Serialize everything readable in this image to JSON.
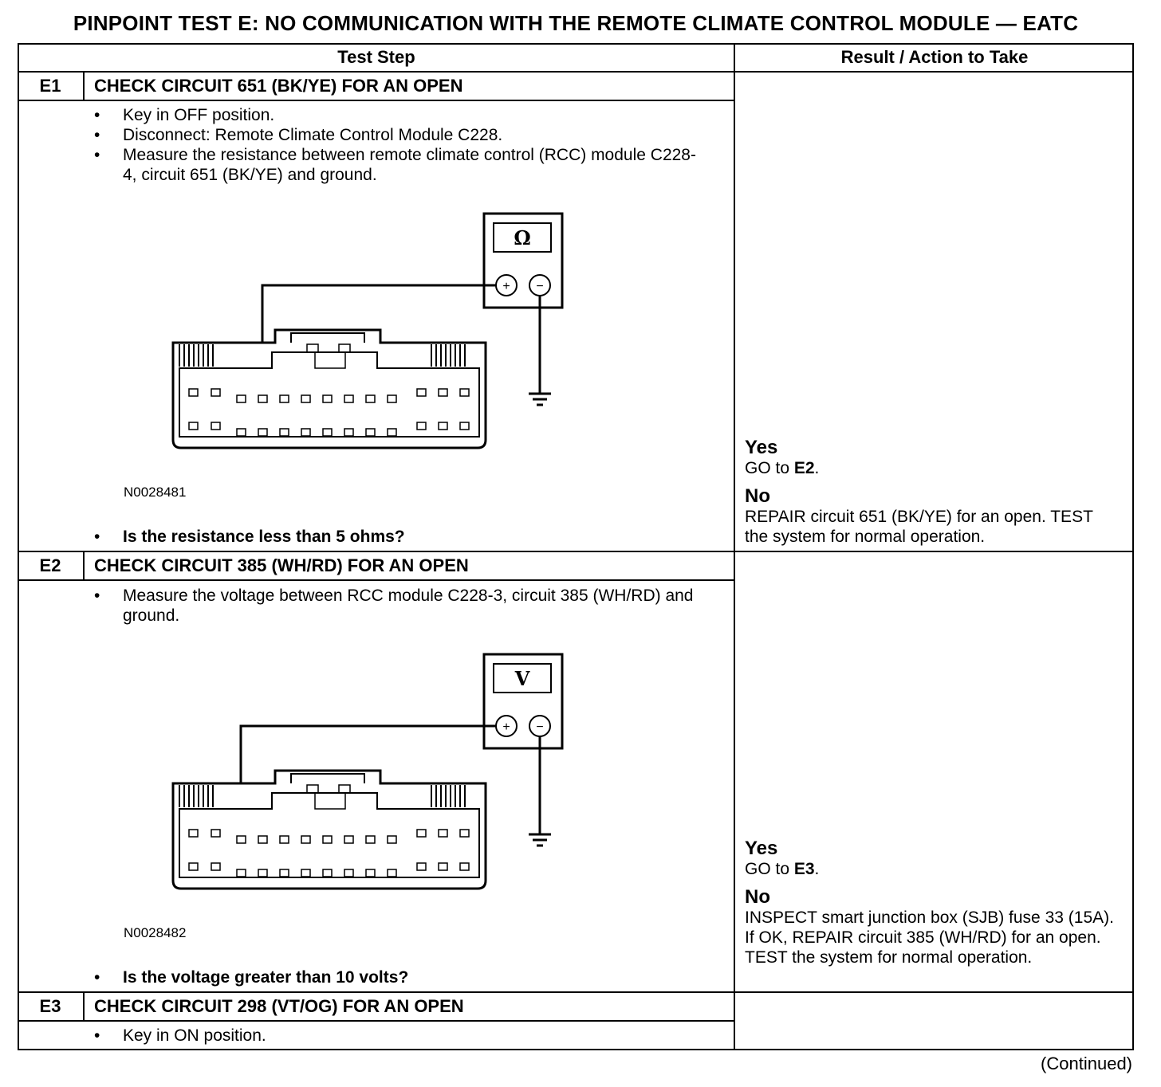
{
  "title": "PINPOINT TEST E: NO COMMUNICATION WITH THE REMOTE CLIMATE CONTROL MODULE — EATC",
  "headers": {
    "test_step": "Test Step",
    "result": "Result / Action to Take"
  },
  "steps": [
    {
      "id": "E1",
      "title": "CHECK CIRCUIT 651 (BK/YE) FOR AN OPEN",
      "actions": [
        "Key in OFF position.",
        "Disconnect: Remote Climate Control Module C228.",
        "Measure the resistance between remote climate control (RCC) module C228-4, circuit 651 (BK/YE) and ground."
      ],
      "meter_symbol": "Ω",
      "figure_id": "N0028481",
      "question": "Is the resistance less than 5 ohms?",
      "yes_label": "Yes",
      "yes_text": "GO to ",
      "yes_target": "E2",
      "no_label": "No",
      "no_text": "REPAIR circuit 651 (BK/YE) for an open. TEST the system for normal operation."
    },
    {
      "id": "E2",
      "title": "CHECK CIRCUIT 385 (WH/RD) FOR AN OPEN",
      "actions": [
        "Measure the voltage between RCC module C228-3, circuit 385 (WH/RD) and ground."
      ],
      "meter_symbol": "V",
      "figure_id": "N0028482",
      "question": "Is the voltage greater than 10 volts?",
      "yes_label": "Yes",
      "yes_text": "GO to ",
      "yes_target": "E3",
      "no_label": "No",
      "no_text": "INSPECT smart junction box (SJB) fuse 33 (15A). If OK, REPAIR circuit 385 (WH/RD) for an open. TEST the system for normal operation."
    },
    {
      "id": "E3",
      "title": "CHECK CIRCUIT 298 (VT/OG) FOR AN OPEN",
      "actions": [
        "Key in ON position."
      ]
    }
  ],
  "bullet": "•",
  "plus_sign": "+",
  "minus_sign": "−",
  "period": ".",
  "continued": "(Continued)"
}
